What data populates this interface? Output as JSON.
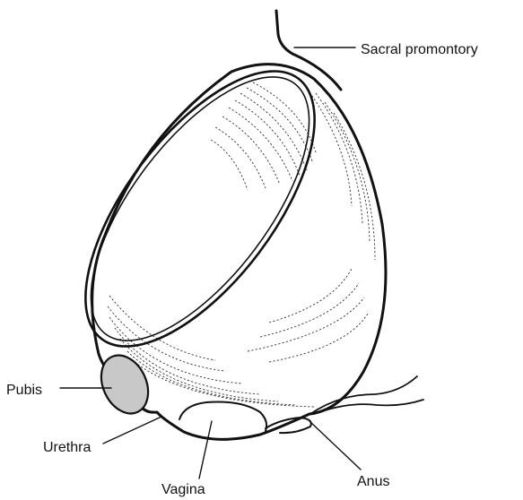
{
  "labels": {
    "sacral_promontory": "Sacral promontory",
    "pubis": "Pubis",
    "urethra": "Urethra",
    "vagina": "Vagina",
    "anus": "Anus"
  },
  "colors": {
    "stroke": "#111111",
    "pubis_fill": "#c8c8c8",
    "background": "#ffffff"
  }
}
